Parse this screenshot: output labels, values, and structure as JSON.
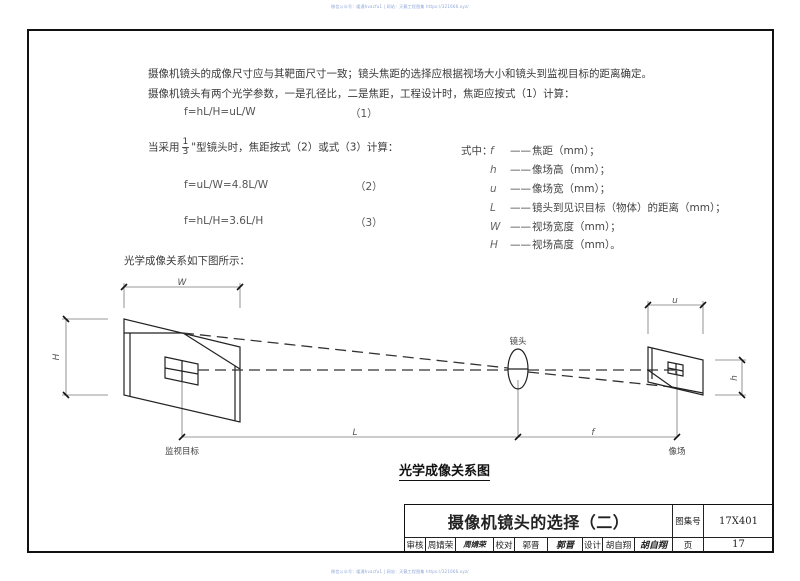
{
  "watermark": {
    "top": "微信公众号：暖通hvacfu1 | 网站：天籁工程图集 https://321666.xyz/",
    "bottom": "微信公众号：暖通hvacfu1 | 网站：天籁工程图集 https://321666.xyz/"
  },
  "body": {
    "para1": "摄像机镜头的成像尺寸应与其靶面尺寸一致；镜头焦距的选择应根据视场大小和镜头到监视目标的距离确定。",
    "para2": "摄像机镜头有两个光学参数，一是孔径比，二是焦距，工程设计时，焦距应按式（1）计算：",
    "formula1": "f=hL/H=uL/W",
    "formula1_no": "（1）",
    "para3_prefix": "当采用",
    "para3_frac_num": "1",
    "para3_frac_den": "3",
    "para3_suffix": "\"型镜头时，焦距按式（2）或式（3）计算：",
    "formula2": "f=uL/W=4.8L/W",
    "formula2_no": "（2）",
    "formula3": "f=hL/H=3.6L/H",
    "formula3_no": "（3）",
    "legend_prefix": "式中：",
    "legend": [
      {
        "sym": "f",
        "dash": "——",
        "desc": "焦距（mm）；"
      },
      {
        "sym": "h",
        "dash": "——",
        "desc": "像场高（mm）；"
      },
      {
        "sym": "u",
        "dash": "——",
        "desc": "像场宽（mm）；"
      },
      {
        "sym": "L",
        "dash": "——",
        "desc": "镜头到见识目标（物体）的距离（mm）；"
      },
      {
        "sym": "W",
        "dash": "——",
        "desc": "视场宽度（mm）；"
      },
      {
        "sym": "H",
        "dash": "——",
        "desc": "视场高度（mm）。"
      }
    ],
    "para4": "光学成像关系如下图所示："
  },
  "diagram": {
    "label_W": "W",
    "label_H": "H",
    "label_u": "u",
    "label_h": "h",
    "label_L": "L",
    "label_f": "f",
    "label_target": "监视目标",
    "label_lens": "镜头",
    "label_image": "像场",
    "figure_title": "光学成像关系图"
  },
  "title_block": {
    "title": "摄像机镜头的选择（二）",
    "atlas_no_label": "图集号",
    "atlas_no": "17X401",
    "review_label": "审核",
    "reviewer": "周婧荣",
    "reviewer_sig": "周婧荣",
    "check_label": "校对",
    "checker": "郭晋",
    "checker_sig": "郭晋",
    "design_label": "设计",
    "designer": "胡自翔",
    "designer_sig": "胡自翔",
    "page_label": "页",
    "page": "17"
  }
}
